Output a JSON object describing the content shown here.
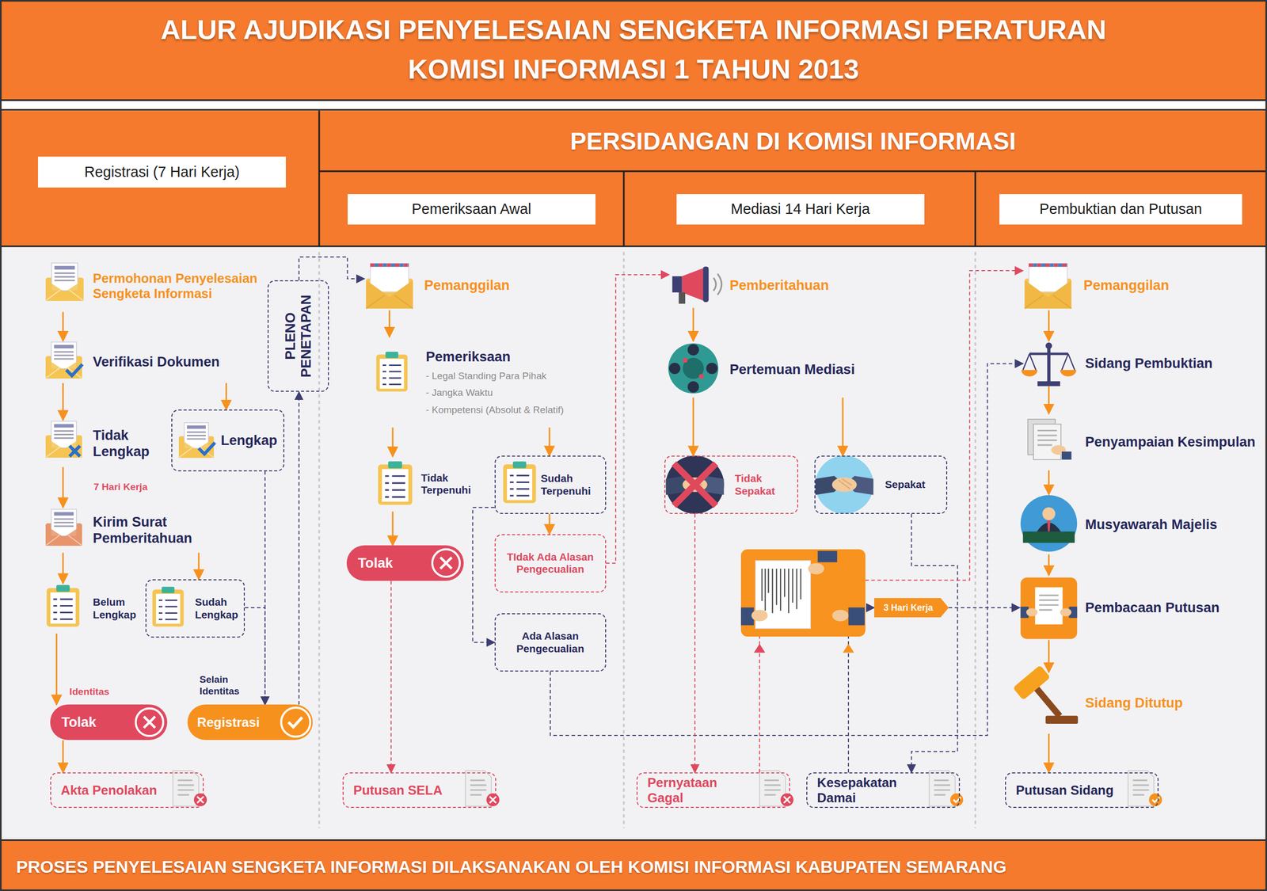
{
  "diagram": {
    "title": "ALUR AJUDIKASI PENYELESAIAN SENGKETA INFORMASI PERATURAN KOMISI INFORMASI 1 TAHUN 2013",
    "caption": "PROSES PENYELESAIAN SENGKETA INFORMASI DILAKSANAKAN OLEH KOMISI INFORMASI KABUPATEN SEMARANG",
    "nodes": [
      {
        "text": [
          "Registrasi (7 Hari Kerja)"
        ]
      },
      {
        "text": [
          "PERSIDANGAN DI KOMISI INFORMASI"
        ]
      },
      {
        "text": [
          "Pemeriksaan Awal"
        ]
      },
      {
        "text": [
          "Mediasi 14 Hari Kerja"
        ]
      },
      {
        "text": [
          "Pembuktian dan Putusan"
        ]
      },
      {
        "text": [
          "Permohonan Penyelesaian Sengketa Informasi"
        ]
      },
      {
        "text": [
          "Verifikasi Dokumen"
        ]
      },
      {
        "text": [
          "Tidak Lengkap"
        ]
      },
      {
        "text": [
          "Lengkap"
        ]
      },
      {
        "text": [
          "Kirim Surat Pemberitahuan"
        ]
      },
      {
        "text": [
          "Belum Lengkap"
        ]
      },
      {
        "text": [
          "Sudah Lengkap"
        ]
      },
      {
        "text": [
          "Tolak"
        ]
      },
      {
        "text": [
          "Registrasi"
        ]
      },
      {
        "text": [
          "Akta Penolakan"
        ]
      },
      {
        "text": [
          "PLENO PENETAPAN"
        ]
      },
      {
        "text": [
          "Pemanggilan"
        ]
      },
      {
        "text": [
          "Pemeriksaan",
          "- Legal Standing Para Pihak",
          "- Jangka Waktu",
          "- Kompetensi (Absolut & Relatif)"
        ]
      },
      {
        "text": [
          "Tidak Terpenuhi"
        ]
      },
      {
        "text": [
          "Sudah Terpenuhi"
        ]
      },
      {
        "text": [
          "Tolak"
        ]
      },
      {
        "text": [
          "TIdak Ada Alasan Pengecualian"
        ]
      },
      {
        "text": [
          "Ada Alasan Pengecualian"
        ]
      },
      {
        "text": [
          "Putusan SELA"
        ]
      },
      {
        "text": [
          "Pemberitahuan"
        ]
      },
      {
        "text": [
          "Pertemuan Mediasi"
        ]
      },
      {
        "text": [
          "Tidak Sepakat"
        ]
      },
      {
        "text": [
          "Sepakat"
        ]
      },
      {
        "text": [
          "3 Hari Kerja"
        ]
      },
      {
        "text": [
          "Pernyataan Gagal"
        ]
      },
      {
        "text": [
          "Kesepakatan Damai"
        ]
      },
      {
        "text": [
          "Pemanggilan"
        ]
      },
      {
        "text": [
          "Sidang Pembuktian"
        ]
      },
      {
        "text": [
          "Penyampaian Kesimpulan"
        ]
      },
      {
        "text": [
          "Musyawarah Majelis"
        ]
      },
      {
        "text": [
          "Pembacaan Putusan"
        ]
      },
      {
        "text": [
          "Sidang Ditutup"
        ]
      },
      {
        "text": [
          "Putusan Sidang"
        ]
      }
    ],
    "edges": [
      {
        "from": 5,
        "to": 6,
        "arrow": "to"
      },
      {
        "from": 6,
        "to": 7,
        "arrow": "to"
      },
      {
        "from": 6,
        "to": 8,
        "arrow": "to"
      },
      {
        "from": 7,
        "to": 9,
        "label": "7 Hari Kerja",
        "arrow": "to"
      },
      {
        "from": 9,
        "to": 10,
        "arrow": "to"
      },
      {
        "from": 9,
        "to": 11,
        "arrow": "to"
      },
      {
        "from": 10,
        "to": 12,
        "arrow": "to"
      },
      {
        "from": 12,
        "to": 14,
        "arrow": "to"
      },
      {
        "from": 11,
        "to": 13,
        "arrow": "to"
      },
      {
        "from": 8,
        "to": 13,
        "arrow": "to"
      },
      {
        "from": 13,
        "to": 15,
        "arrow": "to"
      },
      {
        "from": 15,
        "to": 16,
        "arrow": "to"
      },
      {
        "from": 16,
        "to": 17,
        "arrow": "to"
      },
      {
        "from": 17,
        "to": 18,
        "arrow": "to"
      },
      {
        "from": 17,
        "to": 19,
        "arrow": "to"
      },
      {
        "from": 18,
        "to": 20,
        "arrow": "to"
      },
      {
        "from": 20,
        "to": 23,
        "arrow": "to"
      },
      {
        "from": 19,
        "to": 21,
        "arrow": "to"
      },
      {
        "from": 19,
        "to": 22,
        "arrow": "to"
      },
      {
        "from": 21,
        "to": 24,
        "arrow": "to"
      },
      {
        "from": 22,
        "to": 32,
        "arrow": "to"
      },
      {
        "from": 24,
        "to": 25,
        "arrow": "to"
      },
      {
        "from": 25,
        "to": 26,
        "arrow": "to"
      },
      {
        "from": 25,
        "to": 27,
        "arrow": "to"
      },
      {
        "from": 26,
        "to": 29,
        "arrow": "to"
      },
      {
        "from": 27,
        "to": 30,
        "arrow": "to"
      },
      {
        "from": 29,
        "to": 31,
        "arrow": "to"
      },
      {
        "from": 30,
        "to": 28,
        "arrow": "to"
      },
      {
        "from": 28,
        "to": 35,
        "arrow": "to"
      },
      {
        "from": 31,
        "to": 32,
        "arrow": "to"
      },
      {
        "from": 32,
        "to": 33,
        "arrow": "to"
      },
      {
        "from": 33,
        "to": 34,
        "arrow": "to"
      },
      {
        "from": 34,
        "to": 35,
        "arrow": "to"
      },
      {
        "from": 35,
        "to": 36,
        "arrow": "to"
      },
      {
        "from": 36,
        "to": 37,
        "arrow": "to"
      }
    ],
    "labels": [
      "Identitas",
      "Selain Identitas"
    ]
  }
}
